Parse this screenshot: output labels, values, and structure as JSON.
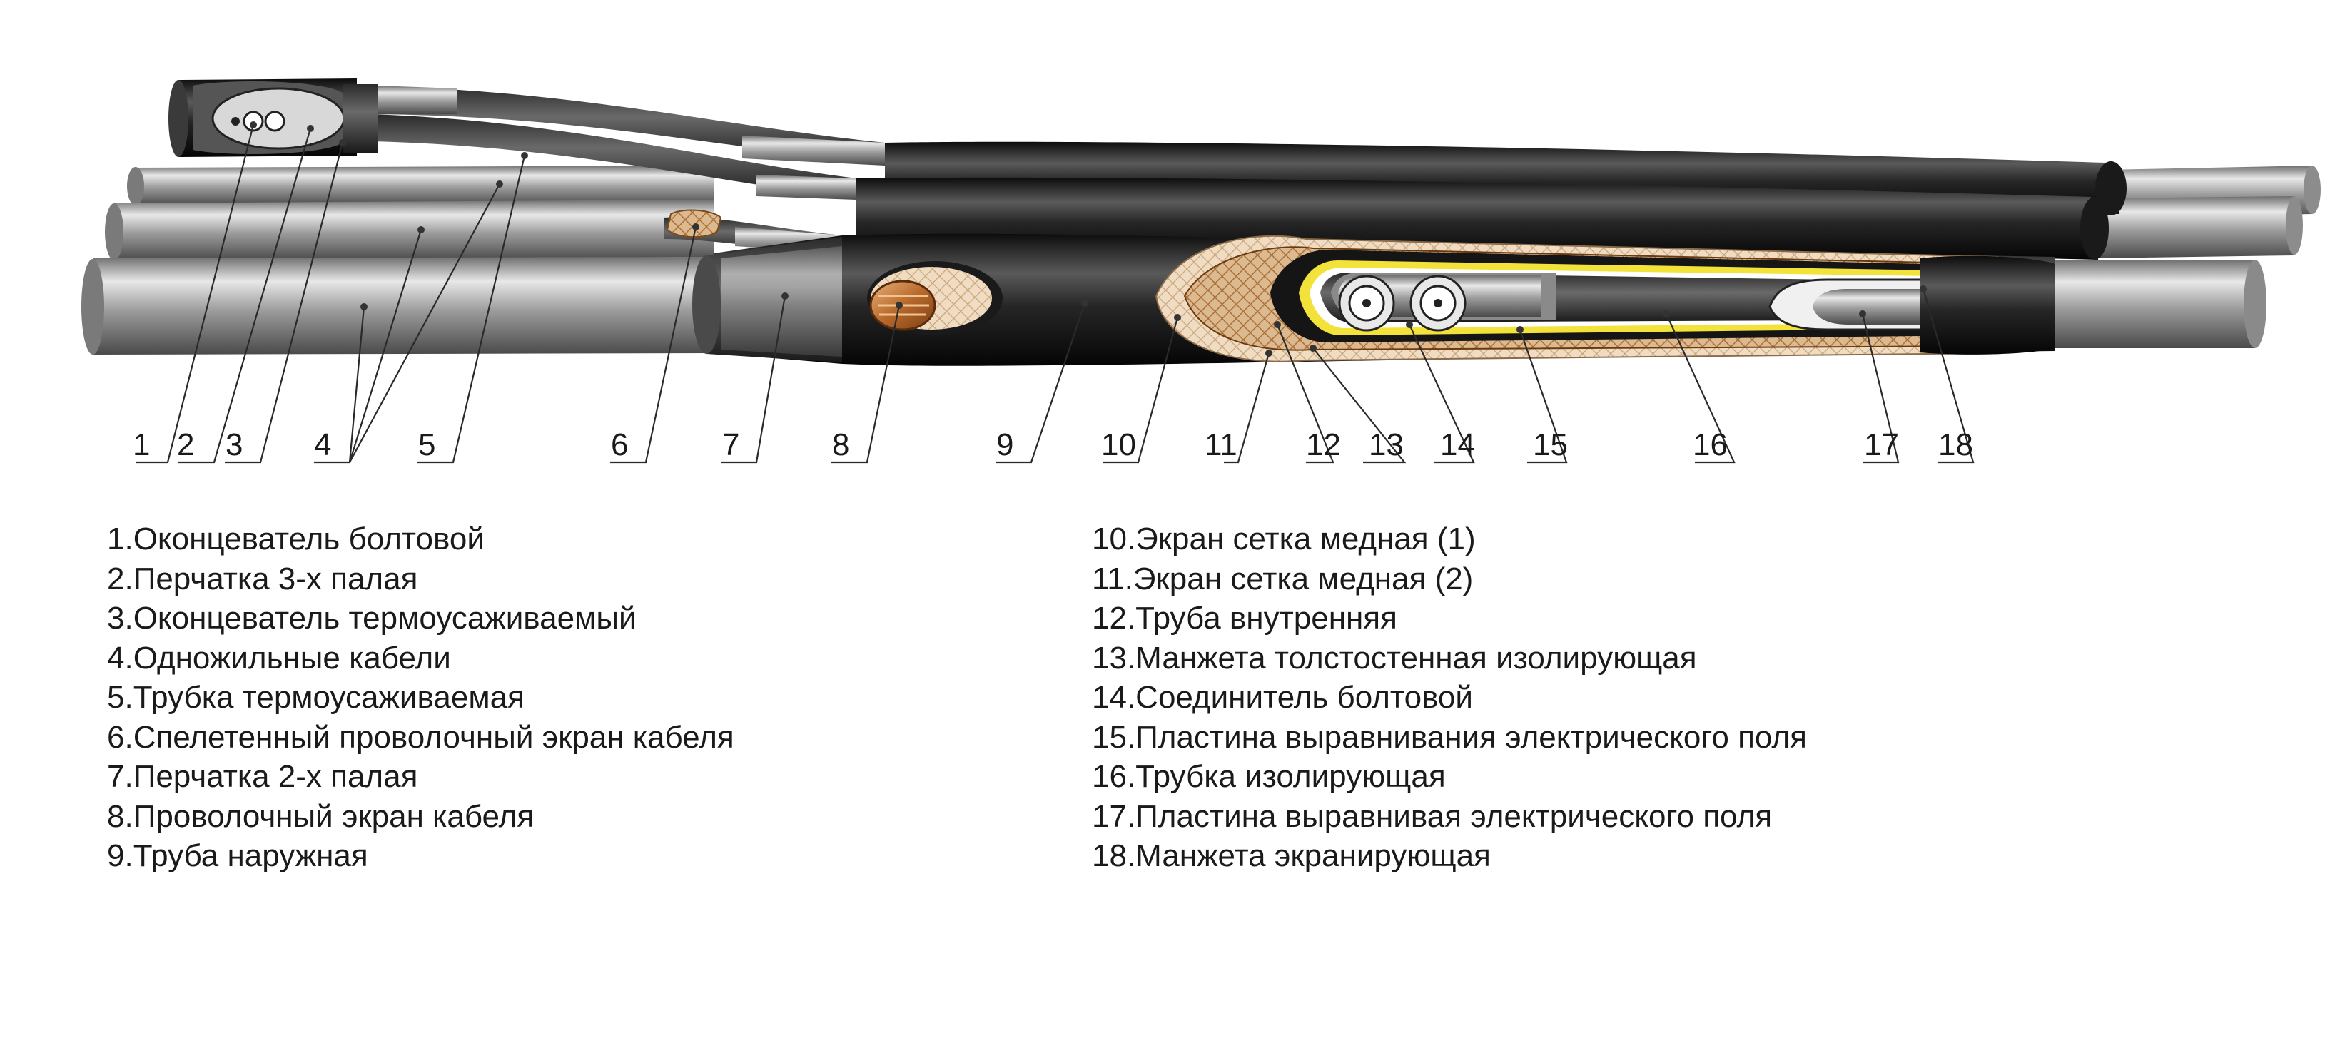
{
  "callouts": {
    "c1": "1",
    "c2": "2",
    "c3": "3",
    "c4": "4",
    "c5": "5",
    "c6": "6",
    "c7": "7",
    "c8": "8",
    "c9": "9",
    "c10": "10",
    "c11": "11",
    "c12": "12",
    "c13": "13",
    "c14": "14",
    "c15": "15",
    "c16": "16",
    "c17": "17",
    "c18": "18"
  },
  "legend": {
    "left": [
      "1.Оконцеватель болтовой",
      "2.Перчатка 3-х палая",
      "3.Оконцеватель термоусаживаемый",
      "4.Одножильные кабели",
      "5.Трубка термоусаживаемая",
      "6.Спелетенный проволочный экран кабеля",
      "7.Перчатка 2-х палая",
      "8.Проволочный экран кабеля",
      "9.Труба наружная"
    ],
    "right": [
      "10.Экран сетка медная (1)",
      "11.Экран сетка медная (2)",
      "12.Труба внутренняя",
      "13.Манжета толстостенная изолирующая",
      "14.Соединитель болтовой",
      "15.Пластина выравнивания электрического поля",
      "16.Трубка изолирующая",
      "17.Пластина выравнивая электрического поля",
      "18.Манжета экранирующая"
    ]
  },
  "colors": {
    "background": "#ffffff",
    "sleeve_black": "#1b1b1b",
    "cable_grey": "#9a9a9a",
    "copper_mesh": "#c98a45",
    "insulation_yellow": "#f2e23a"
  }
}
